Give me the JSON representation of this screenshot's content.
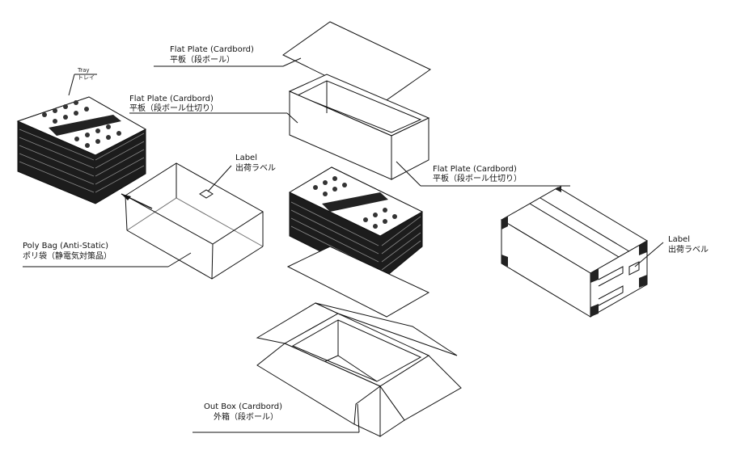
{
  "labels": {
    "tray_en": "Tray",
    "tray_jp": "トレイ",
    "flat_plate_top_en": "Flat Plate (Cardbord)",
    "flat_plate_top_jp": "平板（段ボール）",
    "flat_plate_div_en": "Flat Plate (Cardbord)",
    "flat_plate_div_jp": "平板（段ボール仕切り）",
    "flat_plate_div2_en": "Flat Plate (Cardbord)",
    "flat_plate_div2_jp": "平板（段ボール仕切り）",
    "label_bag_en": "Label",
    "label_bag_jp": "出荷ラベル",
    "label_box_en": "Label",
    "label_box_jp": "出荷ラベル",
    "poly_bag_en": "Poly Bag (Anti-Static)",
    "poly_bag_jp": "ポリ袋（静電気対策品）",
    "out_box_en": "Out Box (Cardbord)",
    "out_box_jp": "外箱（段ボール）"
  }
}
